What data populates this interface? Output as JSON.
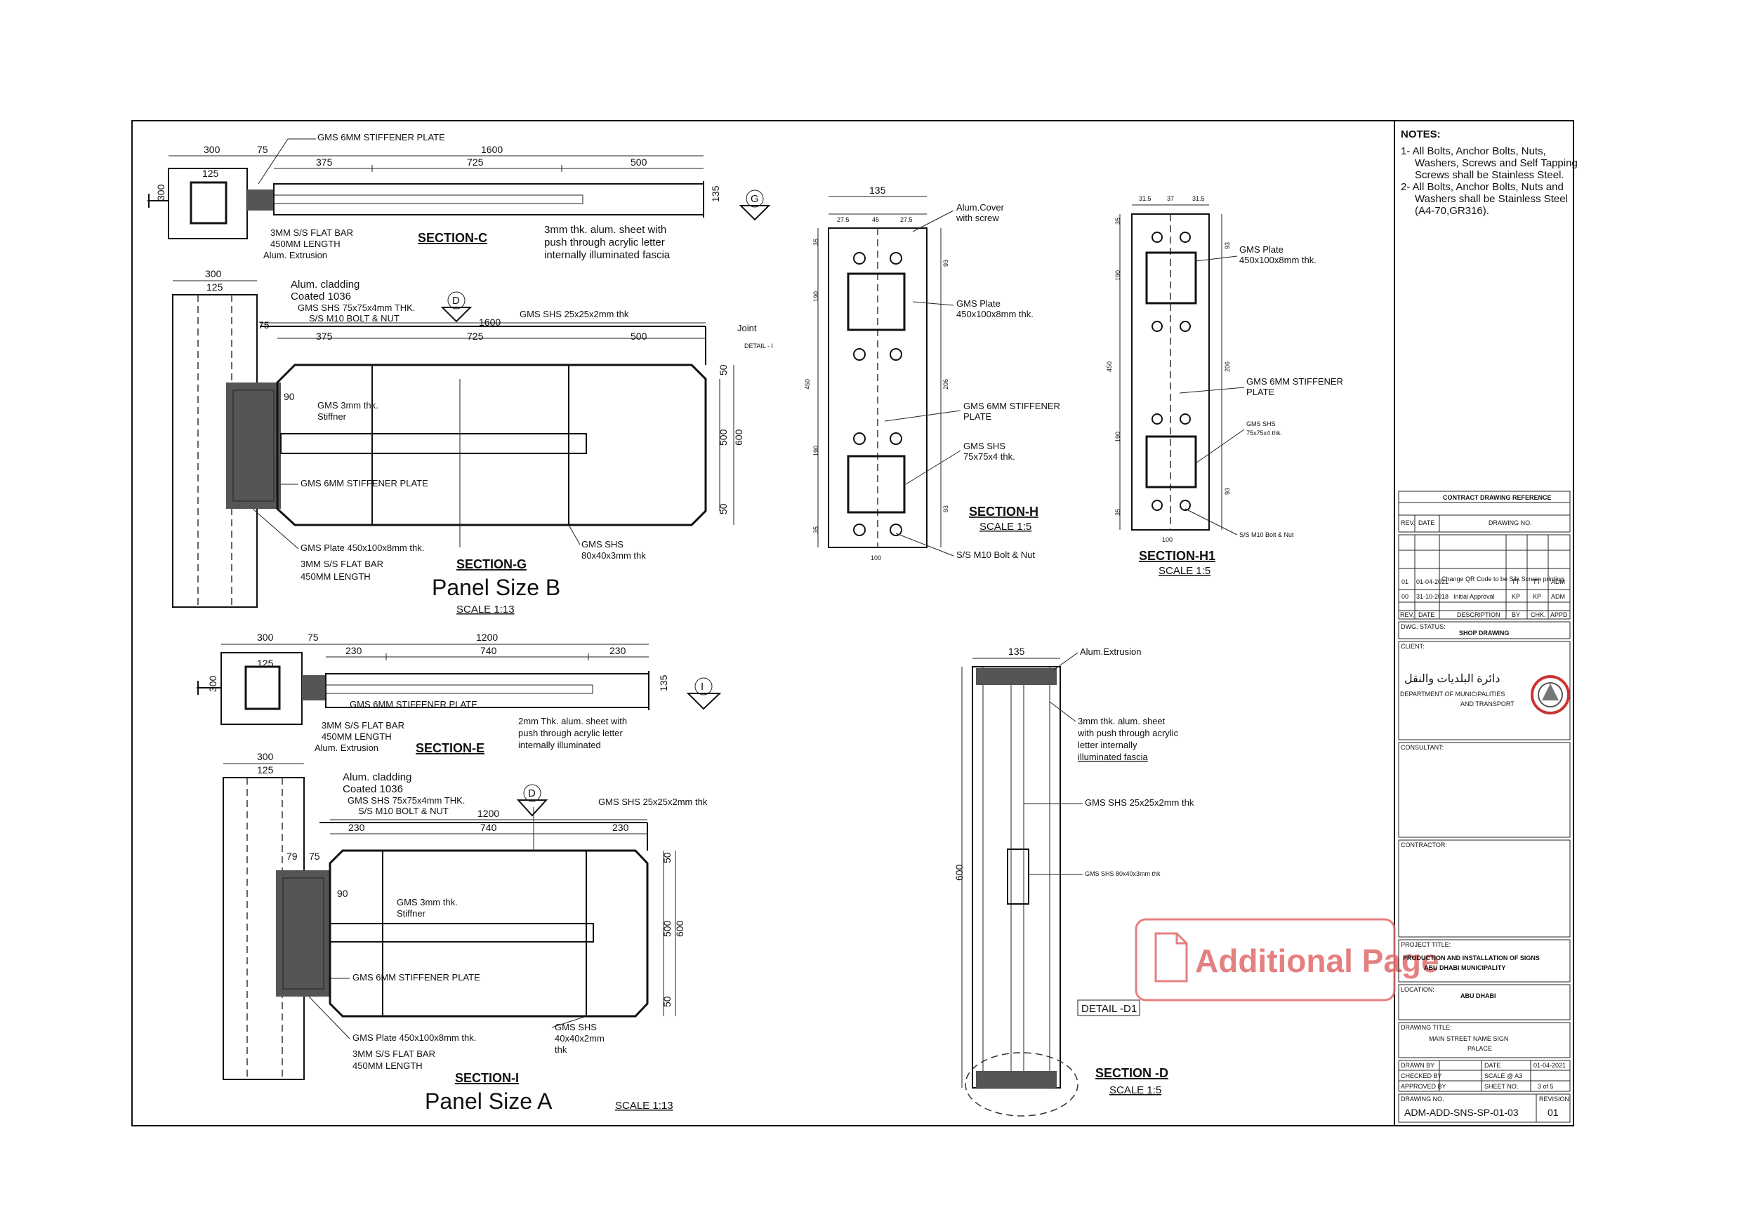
{
  "notes": {
    "heading": "NOTES:",
    "lines": [
      "1- All Bolts, Anchor Bolts, Nuts,",
      "Washers, Screws and Self Tapping",
      "Screws shall be Stainless Steel.",
      "2- All Bolts, Anchor Bolts, Nuts and",
      "Washers shall be Stainless Steel",
      "(A4-70,GR316)."
    ]
  },
  "section_c": {
    "title": "SECTION-C",
    "dims": [
      "300",
      "75",
      "1600",
      "125",
      "375",
      "725",
      "500",
      "300",
      "135"
    ],
    "labels": [
      "GMS 6MM STIFFENER PLATE",
      "3MM S/S FLAT BAR",
      "450MM LENGTH",
      "Alum. Extrusion",
      "3mm thk. alum. sheet with",
      "push through acrylic letter",
      "internally illuminated fascia"
    ],
    "marker": "G"
  },
  "section_g": {
    "title": "SECTION-G",
    "panel": "Panel Size B",
    "scale": "SCALE 1:13",
    "dims": [
      "300",
      "125",
      "75",
      "1600",
      "375",
      "725",
      "500",
      "90",
      "500",
      "600",
      "50",
      "50"
    ],
    "labels": [
      "Alum. cladding",
      "Coated 1036",
      "GMS SHS 75x75x4mm THK.",
      "S/S M10 BOLT & NUT",
      "GMS SHS 25x25x2mm thk",
      "Joint",
      "DETAIL - I",
      "GMS 3mm thk.",
      "Stiffner",
      "GMS 6MM STIFFENER PLATE",
      "GMS Plate 450x100x8mm thk.",
      "3MM S/S FLAT BAR",
      "450MM LENGTH",
      "GMS SHS",
      "80x40x3mm thk"
    ],
    "marker": "D"
  },
  "section_h": {
    "title": "SECTION-H",
    "scale": "SCALE 1:5",
    "dims": [
      "135",
      "27.5",
      "45",
      "27.5",
      "35",
      "190",
      "450",
      "190",
      "35",
      "100",
      "93",
      "206",
      "93"
    ],
    "labels": [
      "Alum.Cover",
      "with screw",
      "GMS Plate",
      "450x100x8mm thk.",
      "GMS 6MM STIFFENER",
      "PLATE",
      "GMS SHS",
      "75x75x4 thk.",
      "S/S M10 Bolt & Nut"
    ]
  },
  "section_h1": {
    "title": "SECTION-H1",
    "scale": "SCALE 1:5",
    "dims": [
      "31.5",
      "37",
      "31.5",
      "35",
      "190",
      "450",
      "190",
      "35",
      "100",
      "93",
      "206",
      "93"
    ],
    "labels": [
      "GMS Plate",
      "450x100x8mm thk.",
      "GMS 6MM STIFFENER",
      "PLATE",
      "GMS SHS",
      "75x75x4 thk.",
      "S/S M10 Bolt & Nut"
    ]
  },
  "section_e": {
    "title": "SECTION-E",
    "dims": [
      "300",
      "75",
      "1200",
      "125",
      "230",
      "740",
      "230",
      "300",
      "135"
    ],
    "labels": [
      "GMS 6MM STIFFENER PLATE",
      "3MM S/S FLAT BAR",
      "450MM LENGTH",
      "Alum. Extrusion",
      "2mm Thk. alum. sheet with",
      "push through acrylic letter",
      "internally illuminated"
    ],
    "marker": "I"
  },
  "section_i": {
    "title": "SECTION-I",
    "panel": "Panel Size A",
    "scale": "SCALE 1:13",
    "dims": [
      "300",
      "125",
      "79",
      "75",
      "1200",
      "230",
      "740",
      "230",
      "90",
      "50",
      "500",
      "600",
      "50"
    ],
    "labels": [
      "Alum. cladding",
      "Coated 1036",
      "GMS SHS 75x75x4mm THK.",
      "S/S M10 BOLT & NUT",
      "GMS SHS 25x25x2mm thk",
      "GMS 3mm thk.",
      "Stiffner",
      "GMS 6MM STIFFENER PLATE",
      "GMS Plate 450x100x8mm thk.",
      "3MM S/S FLAT BAR",
      "450MM LENGTH",
      "GMS SHS",
      "40x40x2mm",
      "thk"
    ],
    "marker": "D"
  },
  "section_d": {
    "title": "SECTION -D",
    "scale": "SCALE 1:5",
    "detail": "DETAIL -D1",
    "dims": [
      "135",
      "600"
    ],
    "labels": [
      "Alum.Extrusion",
      "3mm thk. alum. sheet",
      "with push through acrylic",
      "letter internally",
      "illuminated fascia",
      "GMS SHS 25x25x2mm thk",
      "GMS SHS 80x40x3mm thk"
    ]
  },
  "stamp": {
    "text": "Additional Page"
  },
  "title_block": {
    "contract_ref": "CONTRACT DRAWING REFERENCE",
    "ref_headers": [
      "REV.",
      "DATE",
      "DRAWING NO."
    ],
    "revisions": [
      {
        "rev": "01",
        "date": "01-04-2021",
        "desc": "Change QR Code to be Silk Screen printing",
        "by": "TT",
        "chk": "TT",
        "appd": "ADM"
      },
      {
        "rev": "00",
        "date": "31-10-2018",
        "desc": "Initial Approval",
        "by": "KP",
        "chk": "KP",
        "appd": "ADM"
      }
    ],
    "rev_headers": [
      "REV.",
      "DATE",
      "DESCRIPTION",
      "BY",
      "CHK.",
      "APPD"
    ],
    "dwg_status_label": "DWG. STATUS:",
    "dwg_status": "SHOP DRAWING",
    "client_label": "CLIENT:",
    "client_arabic": "دائرة البلديات والنقل",
    "client_line1": "DEPARTMENT OF MUNICIPALITIES",
    "client_line2": "AND TRANSPORT",
    "consultant_label": "CONSULTANT:",
    "contractor_label": "CONTRACTOR:",
    "project_label": "PROJECT TITLE:",
    "project_line1": "PRODUCTION AND INSTALLATION OF SIGNS",
    "project_line2": "ABU DHABI MUNICIPALITY",
    "location_label": "LOCATION:",
    "location": "ABU DHABI",
    "drawing_title_label": "DRAWING TITLE:",
    "drawing_title1": "MAIN STREET NAME SIGN",
    "drawing_title2": "PALACE",
    "drawn_by": "DRAWN BY",
    "checked_by": "CHECKED BY",
    "approved_by": "APPROVED BY",
    "date_label": "DATE",
    "date": "01-04-2021",
    "scale_label": "SCALE @ A3",
    "sheet_label": "SHEET NO.",
    "sheet": "3 of 5",
    "drawing_no_label": "DRAWING NO.",
    "drawing_no": "ADM-ADD-SNS-SP-01-03",
    "revision_label": "REVISION",
    "revision": "01"
  }
}
